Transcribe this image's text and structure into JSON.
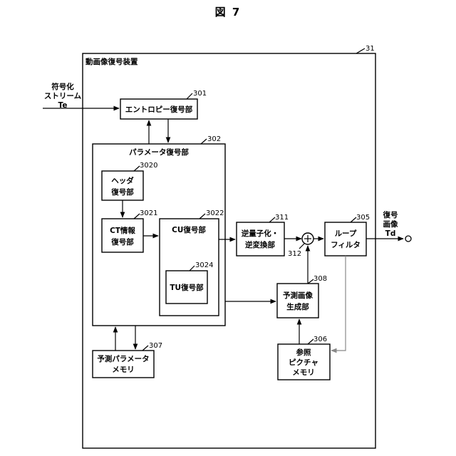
{
  "figure_title": "図 7",
  "device": {
    "label": "動画像復号装置",
    "ref": "31"
  },
  "input": {
    "line1": "符号化",
    "line2": "ストリーム",
    "line3": "Te"
  },
  "output": {
    "line1": "復号",
    "line2": "画像",
    "line3": "Td"
  },
  "blocks": {
    "entropy": {
      "label": "エントロピー復号部",
      "ref": "301"
    },
    "param": {
      "label": "パラメータ復号部",
      "ref": "302"
    },
    "header": {
      "line1": "ヘッダ",
      "line2": "復号部",
      "ref": "3020"
    },
    "ct": {
      "line1": "CT情報",
      "line2": "復号部",
      "ref": "3021"
    },
    "cu": {
      "label": "CU復号部",
      "ref": "3022"
    },
    "tu": {
      "label": "TU復号部",
      "ref": "3024"
    },
    "invq": {
      "line1": "逆量子化・",
      "line2": "逆変換部",
      "ref": "311"
    },
    "adder": {
      "ref": "312"
    },
    "loop": {
      "line1": "ループ",
      "line2": "フィルタ",
      "ref": "305"
    },
    "pred": {
      "line1": "予測画像",
      "line2": "生成部",
      "ref": "308"
    },
    "refmem": {
      "line1": "参照",
      "line2": "ピクチャ",
      "line3": "メモリ",
      "ref": "306"
    },
    "predmem": {
      "line1": "予測パラメータ",
      "line2": "メモリ",
      "ref": "307"
    }
  }
}
